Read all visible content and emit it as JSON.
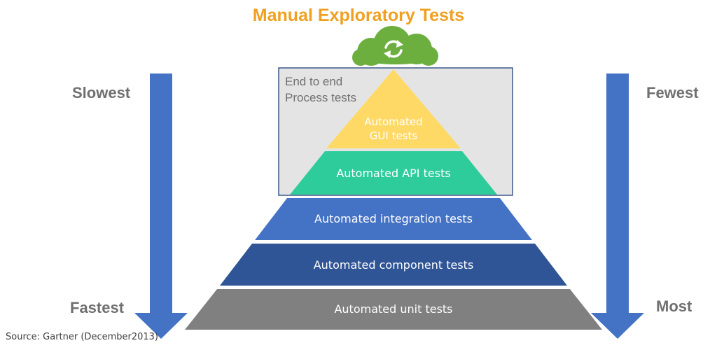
{
  "title": "Manual Exploratory Tests",
  "left_arrow": {
    "top_label": "Slowest",
    "bottom_label": "Fastest"
  },
  "right_arrow": {
    "top_label": "Fewest",
    "bottom_label": "Most"
  },
  "e2e_box": {
    "line1": "End to end",
    "line2": "Process tests"
  },
  "layers": {
    "gui": {
      "line1": "Automated",
      "line2": "GUI tests",
      "color": "#FFD966"
    },
    "api": {
      "label": "Automated API tests",
      "color": "#2ECC9A"
    },
    "integration": {
      "label": "Automated integration tests",
      "color": "#4472C4"
    },
    "component": {
      "label": "Automated component tests",
      "color": "#2F5597"
    },
    "unit": {
      "label": "Automated unit tests",
      "color": "#808080"
    }
  },
  "colors": {
    "arrow": "#4472C4",
    "cloud": "#6DAF3F",
    "title": "#F0A020",
    "side_label": "#707070",
    "box_fill": "#E4E4E4",
    "box_border": "#3B5A8A"
  },
  "cloud_icon": "refresh-icon",
  "source": "Source: Gartner (December2013)"
}
